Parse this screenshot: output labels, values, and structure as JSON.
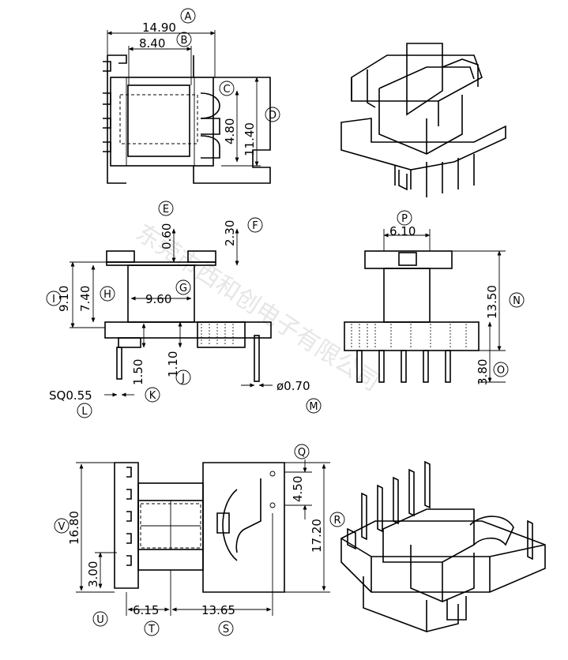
{
  "watermark": "东莞市西和创电子有限公司",
  "dimensions": {
    "A": "14.90",
    "B": "8.40",
    "C": "4.80",
    "D": "11.40",
    "E": "0.60",
    "F": "2.30",
    "G": "9.60",
    "H": "7.40",
    "I": "9.10",
    "J": "1.10",
    "K": "1.50",
    "L": "SQ0.55",
    "M": "ø0.70",
    "N": "13.50",
    "O": "3.80",
    "P": "6.10",
    "Q": "4.50",
    "R": "17.20",
    "S": "13.65",
    "T": "6.15",
    "U": "3.00",
    "V": "16.80"
  },
  "callouts": [
    "A",
    "B",
    "C",
    "D",
    "E",
    "F",
    "G",
    "H",
    "I",
    "J",
    "K",
    "L",
    "M",
    "N",
    "O",
    "P",
    "Q",
    "R",
    "S",
    "T",
    "U",
    "V"
  ],
  "icons": {
    "iso_top": "bobbin-isometric-top-icon",
    "iso_bottom": "bobbin-isometric-bottom-icon"
  }
}
